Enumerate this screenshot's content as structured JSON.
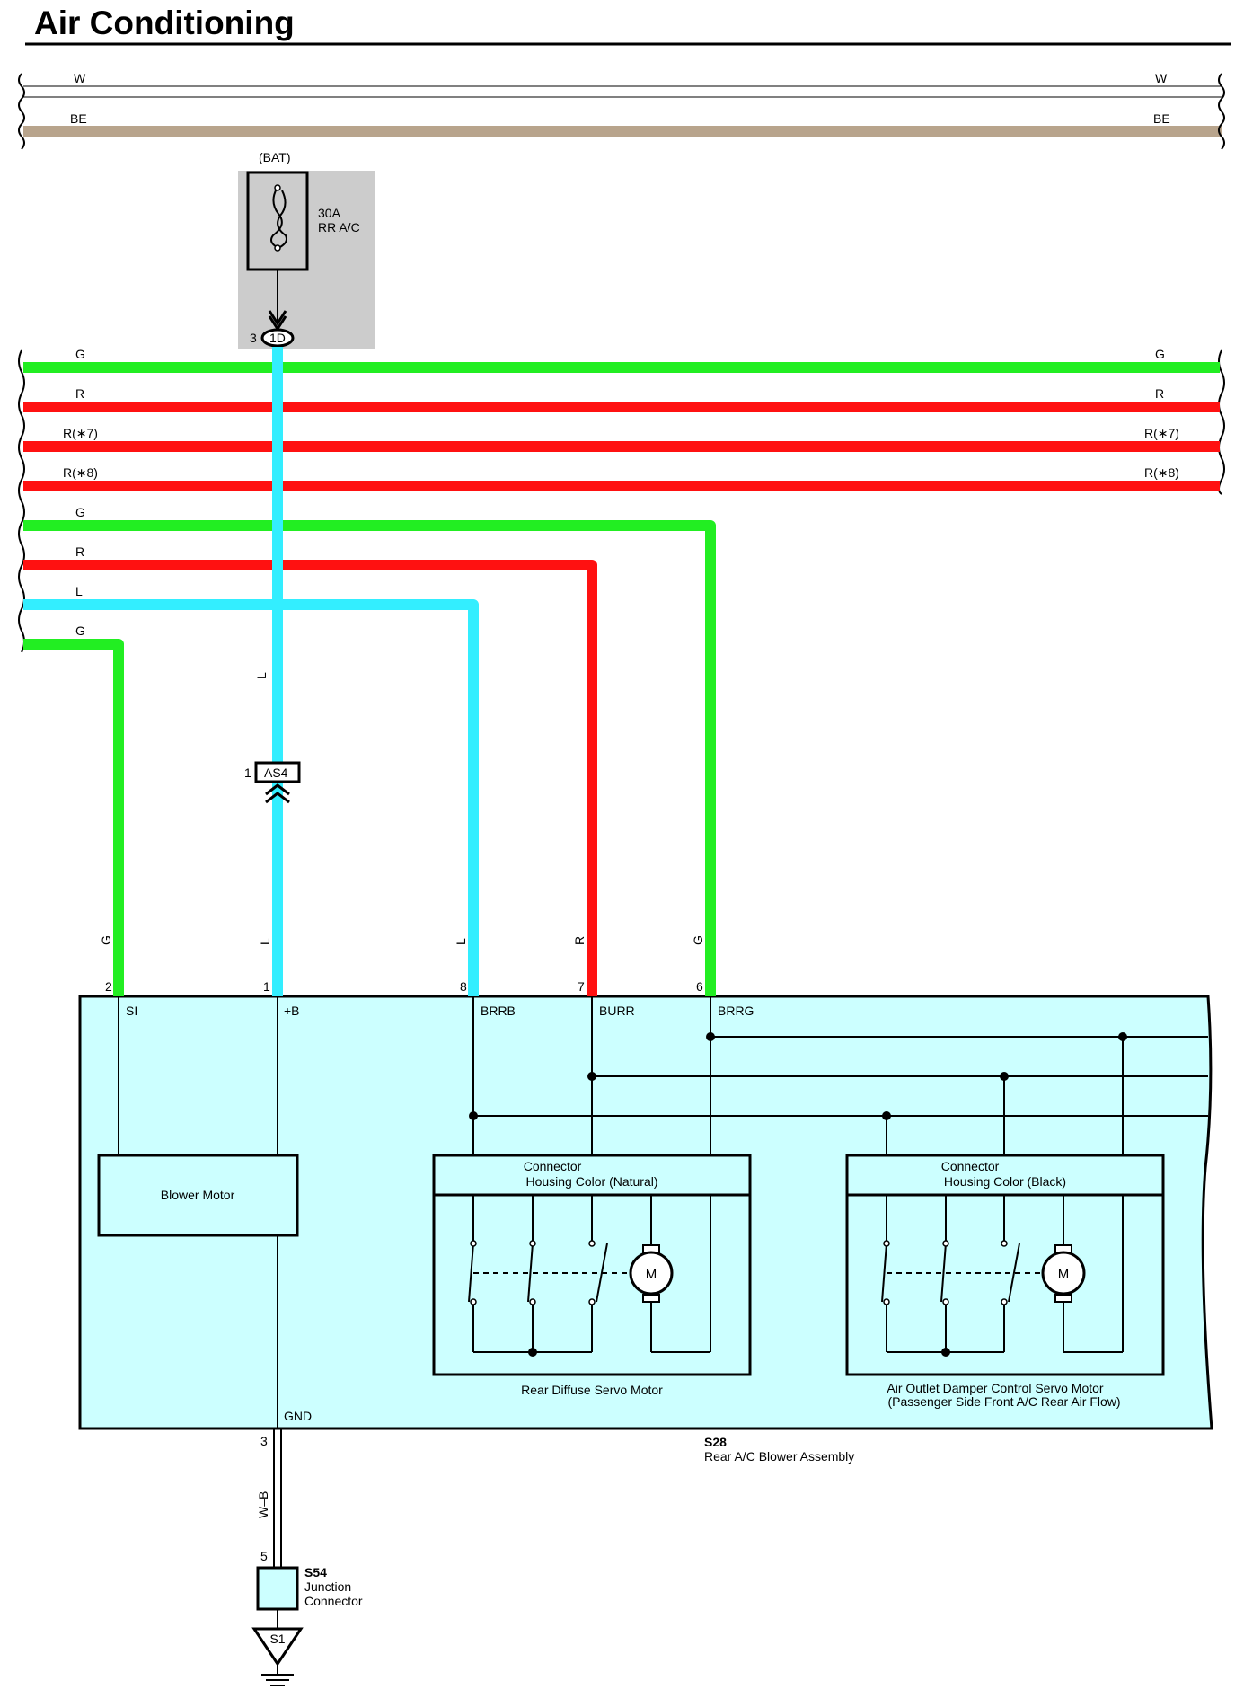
{
  "title": "Air Conditioning",
  "colors": {
    "G": "#22ee22",
    "R": "#ff1111",
    "L": "#33eeff",
    "W": "#ffffff",
    "BE": "#b8a48c",
    "fuse_box": "#cccccc",
    "assembly": "#ccffff"
  },
  "top_wires": [
    {
      "label": "W",
      "color_key": "W"
    },
    {
      "label": "BE",
      "color_key": "BE"
    }
  ],
  "bus_wires": [
    {
      "label": "G",
      "color_key": "G"
    },
    {
      "label": "R",
      "color_key": "R"
    },
    {
      "label": "R(∗7)",
      "color_key": "R"
    },
    {
      "label": "R(∗8)",
      "color_key": "R"
    }
  ],
  "branch_wires": [
    {
      "label": "G",
      "color_key": "G"
    },
    {
      "label": "R",
      "color_key": "R"
    },
    {
      "label": "L",
      "color_key": "L"
    },
    {
      "label": "G",
      "color_key": "G"
    }
  ],
  "fuse": {
    "source": "(BAT)",
    "rating": "30A",
    "name": "RR A/C",
    "connector": "1D",
    "pin": "3"
  },
  "inline_connector": {
    "id": "AS4",
    "pin": "1",
    "wire_upper": "L"
  },
  "pins": [
    {
      "pin": "2",
      "name": "SI",
      "wire": "G"
    },
    {
      "pin": "1",
      "name": "+B",
      "wire": "L"
    },
    {
      "pin": "8",
      "name": "BRRB",
      "wire": "L"
    },
    {
      "pin": "7",
      "name": "BURR",
      "wire": "R"
    },
    {
      "pin": "6",
      "name": "BRRG",
      "wire": "G"
    }
  ],
  "assembly": {
    "id": "S28",
    "name": "Rear A/C Blower Assembly",
    "blower": "Blower Motor",
    "gnd": "GND",
    "gnd_pin": "3"
  },
  "servo1": {
    "header_1": "Connector",
    "header_2": "Housing Color (Natural)",
    "caption": "Rear Diffuse Servo Motor",
    "motor": "M"
  },
  "servo2": {
    "header_1": "Connector",
    "header_2": "Housing Color (Black)",
    "caption_1": "Air Outlet Damper Control Servo Motor",
    "caption_2": "(Passenger Side Front A/C Rear Air Flow)",
    "motor": "M"
  },
  "ground": {
    "wire": "W–B",
    "junction_id": "S54",
    "junction_1": "Junction",
    "junction_2": "Connector",
    "junction_pin": "5",
    "ground_point": "S1"
  }
}
